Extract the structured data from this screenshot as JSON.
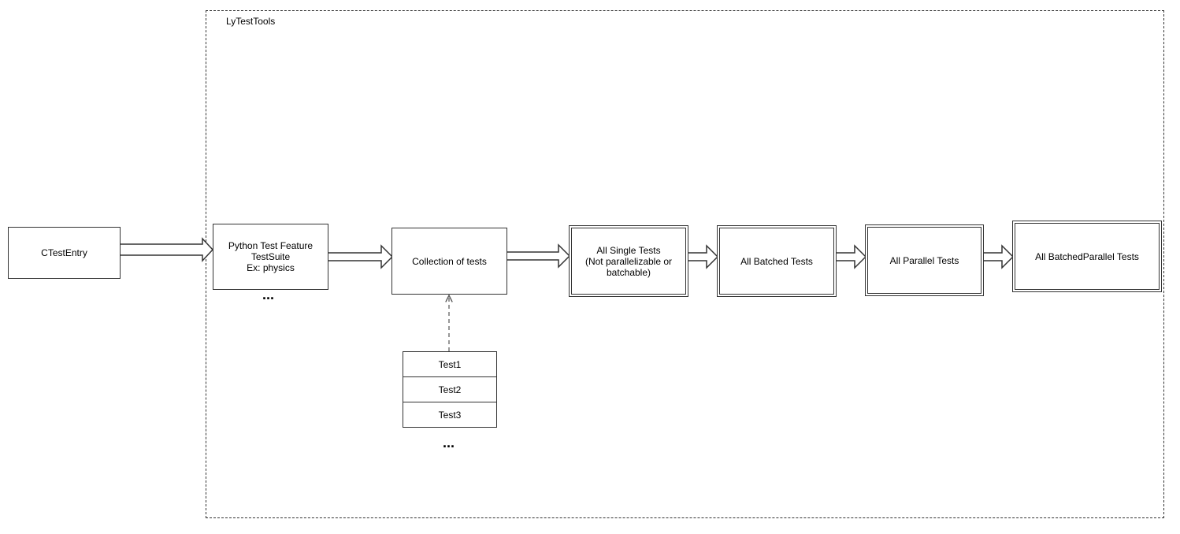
{
  "diagram": {
    "container_label": "LyTestTools",
    "nodes": {
      "ctestentry": "CTestEntry",
      "feature_suite": "Python Test Feature\nTestSuite\nEx: physics",
      "collection": "Collection of tests",
      "single": "All Single Tests\n(Not parallelizable or\nbatchable)",
      "batched": "All Batched Tests",
      "parallel": "All Parallel Tests",
      "batched_parallel": "All BatchedParallel Tests"
    },
    "tests": [
      "Test1",
      "Test2",
      "Test3"
    ],
    "ellipsis": "..."
  }
}
